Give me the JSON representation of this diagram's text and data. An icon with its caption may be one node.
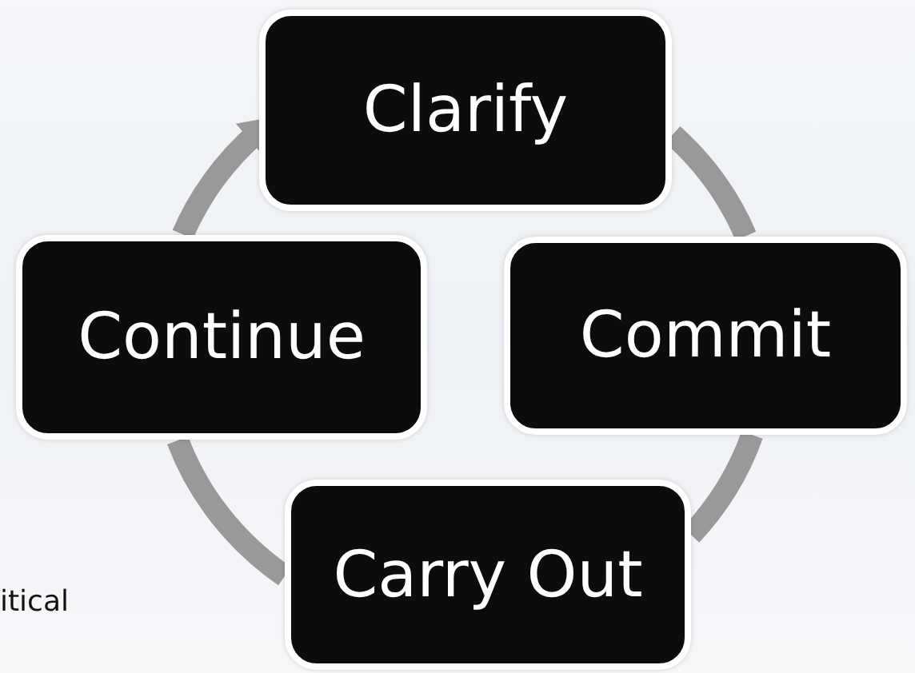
{
  "diagram": {
    "nodes": [
      {
        "text": [
          "Clarify"
        ]
      },
      {
        "text": [
          "Commit"
        ]
      },
      {
        "text": [
          "Carry Out"
        ]
      },
      {
        "text": [
          "Continue"
        ]
      }
    ],
    "edges": [
      {
        "from": 0,
        "to": 1,
        "arrow": "none"
      },
      {
        "from": 1,
        "to": 2,
        "arrow": "none"
      },
      {
        "from": 2,
        "to": 3,
        "arrow": "none"
      },
      {
        "from": 3,
        "to": 0,
        "arrow": "to"
      }
    ],
    "labels": [
      "itical"
    ]
  }
}
